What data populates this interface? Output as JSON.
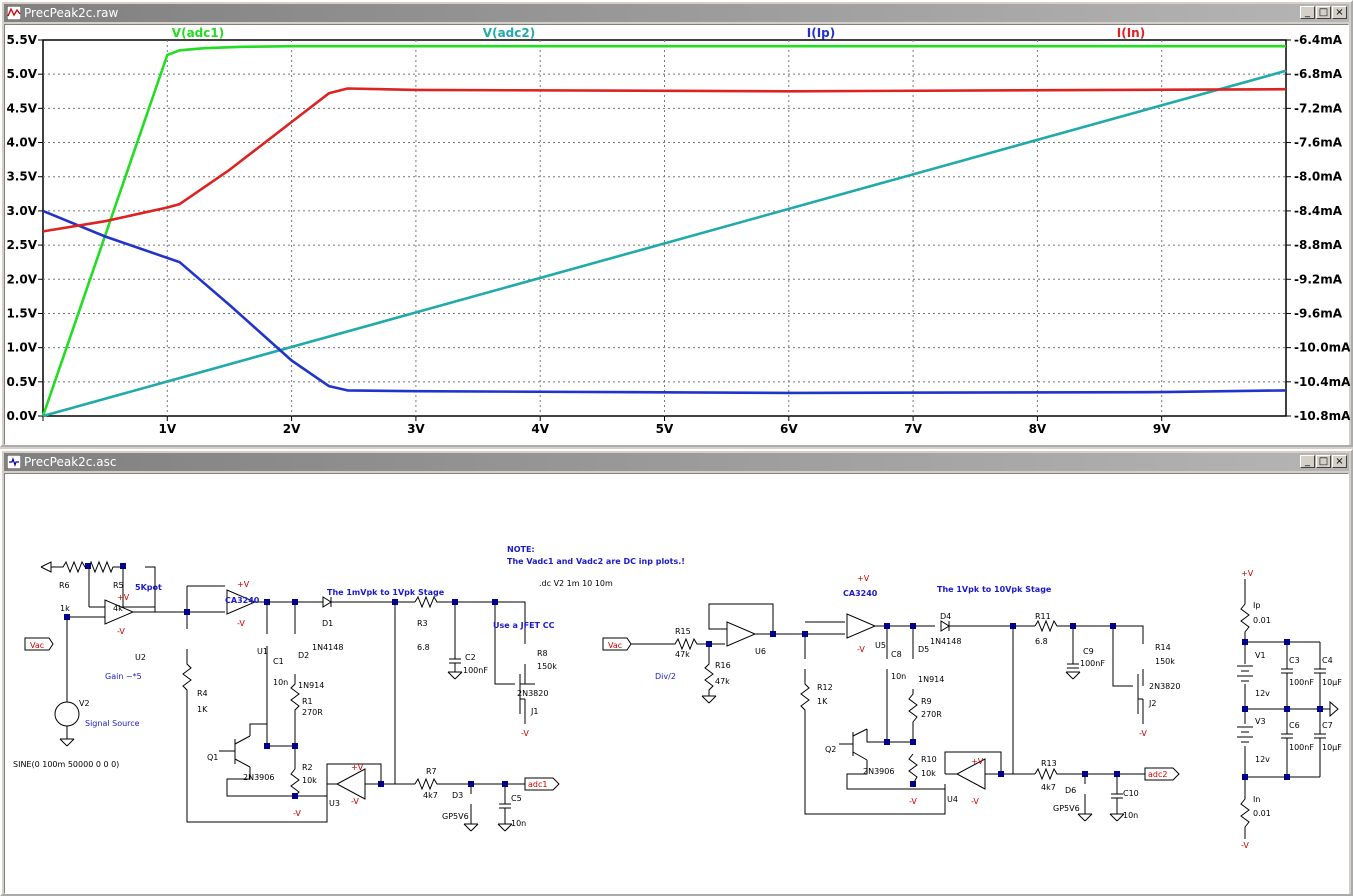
{
  "plot_window": {
    "title": "PrecPeak2c.raw",
    "traces": [
      {
        "name": "V(adc1)",
        "color": "#22dd22"
      },
      {
        "name": "V(adc2)",
        "color": "#22aaaa"
      },
      {
        "name": "I(Ip)",
        "color": "#2233cc"
      },
      {
        "name": "I(In)",
        "color": "#dd2222"
      }
    ]
  },
  "schematic_window": {
    "title": "PrecPeak2c.asc",
    "labels": {
      "note_title": "NOTE:",
      "note_body": "The Vadc1 and Vadc2 are DC inp plots.!",
      "dc_cmd": ".dc V2 1m 10 10m",
      "stage1_title": "The 1mVpk to 1Vpk Stage",
      "stage2_title": "The 1Vpk to 10Vpk Stage",
      "jfet_note": "Use a JFET CC",
      "gain": "Gain ~*5",
      "div": "Div/2",
      "signal_source": "Signal Source",
      "sine": "SINE(0 100m 50000 0 0 0)",
      "pot": "5Kpot",
      "ca1": "CA3240",
      "ca2": "CA3240"
    },
    "components": {
      "R6": "R6",
      "R6v": "1k",
      "R5": "R5",
      "R5v": "4k",
      "U2": "U2",
      "V2": "V2",
      "U1": "U1",
      "C1": "C1",
      "C1v": "10n",
      "D1": "D1",
      "D1v": "1N4148",
      "D2": "D2",
      "D2v": "1N914",
      "R1": "R1",
      "R1v": "270R",
      "R2": "R2",
      "R2v": "10k",
      "R3": "R3",
      "R3v": "6.8",
      "C2": "C2",
      "C2v": "100nF",
      "R8": "R8",
      "R8v": "150k",
      "J1": "J1",
      "J1v": "2N3820",
      "R4": "R4",
      "R4v": "1K",
      "Q1": "Q1",
      "Q1v": "2N3906",
      "U3": "U3",
      "R7": "R7",
      "R7v": "4k7",
      "D3": "D3",
      "D3v": "GP5V6",
      "C5": "C5",
      "C5v": "10n",
      "R15": "R15",
      "R15v": "47k",
      "R16": "R16",
      "R16v": "47k",
      "U6": "U6",
      "U5": "U5",
      "C8": "C8",
      "C8v": "10n",
      "D4": "D4",
      "D4v": "1N4148",
      "D5": "D5",
      "D5v": "1N914",
      "R9": "R9",
      "R9v": "270R",
      "R10": "R10",
      "R10v": "10k",
      "R11": "R11",
      "R11v": "6.8",
      "C9": "C9",
      "C9v": "100nF",
      "R14": "R14",
      "R14v": "150k",
      "J2": "J2",
      "J2v": "2N3820",
      "R12": "R12",
      "R12v": "1K",
      "Q2": "Q2",
      "Q2v": "2N3906",
      "U4": "U4",
      "R13": "R13",
      "R13v": "4k7",
      "D6": "D6",
      "D6v": "GP5V6",
      "C10": "C10",
      "C10v": "10n",
      "Ip": "Ip",
      "Ipv": "0.01",
      "V1": "V1",
      "V1v": "12v",
      "V3": "V3",
      "V3v": "12v",
      "C3": "C3",
      "C3v": "100nF",
      "C4": "C4",
      "C4v": "10µF",
      "C6": "C6",
      "C6v": "100nF",
      "C7": "C7",
      "C7v": "10µF",
      "In": "In",
      "Inv": "0.01"
    },
    "net_labels": {
      "vac1": "Vac",
      "vac2": "Vac",
      "adc1": "adc1",
      "adc2": "adc2",
      "pv": "+V",
      "mv": "-V"
    }
  },
  "chart_data": {
    "type": "line",
    "x_ticks": [
      "1V",
      "2V",
      "3V",
      "4V",
      "5V",
      "6V",
      "7V",
      "8V",
      "9V"
    ],
    "x_tick_values": [
      1,
      2,
      3,
      4,
      5,
      6,
      7,
      8,
      9
    ],
    "xlim": [
      0,
      10
    ],
    "left_axis": {
      "ticks": [
        "0.0V",
        "0.5V",
        "1.0V",
        "1.5V",
        "2.0V",
        "2.5V",
        "3.0V",
        "3.5V",
        "4.0V",
        "4.5V",
        "5.0V",
        "5.5V"
      ],
      "ylim": [
        0,
        5.5
      ]
    },
    "right_axis": {
      "ticks": [
        "-10.8mA",
        "-10.4mA",
        "-10.0mA",
        "-9.6mA",
        "-9.2mA",
        "-8.8mA",
        "-8.4mA",
        "-8.0mA",
        "-7.6mA",
        "-7.2mA",
        "-6.8mA",
        "-6.4mA"
      ],
      "ylim": [
        -10.8,
        -6.4
      ]
    },
    "grid": true,
    "series": [
      {
        "name": "V(adc1)",
        "axis": "left",
        "color": "#22dd22",
        "x": [
          0,
          1.0,
          1.1,
          1.3,
          1.6,
          2.0,
          10
        ],
        "y": [
          0.0,
          5.28,
          5.35,
          5.38,
          5.4,
          5.41,
          5.41
        ]
      },
      {
        "name": "V(adc2)",
        "axis": "left",
        "color": "#22aaaa",
        "x": [
          0,
          10
        ],
        "y": [
          0.0,
          5.05
        ]
      },
      {
        "name": "I(Ip)",
        "axis": "right",
        "color": "#2233cc",
        "x": [
          0,
          0.5,
          1.0,
          1.1,
          1.5,
          2.0,
          2.3,
          2.45,
          3.0,
          6.0,
          9.0,
          10
        ],
        "y": [
          -8.4,
          -8.7,
          -8.95,
          -9.0,
          -9.5,
          -10.15,
          -10.45,
          -10.5,
          -10.51,
          -10.53,
          -10.52,
          -10.5
        ]
      },
      {
        "name": "I(In)",
        "axis": "left",
        "color": "#dd2222",
        "x": [
          0,
          0.5,
          1.0,
          1.1,
          1.5,
          2.0,
          2.3,
          2.45,
          3.0,
          6.0,
          10
        ],
        "y": [
          2.7,
          2.85,
          3.05,
          3.1,
          3.6,
          4.3,
          4.72,
          4.79,
          4.77,
          4.75,
          4.78
        ]
      }
    ]
  }
}
